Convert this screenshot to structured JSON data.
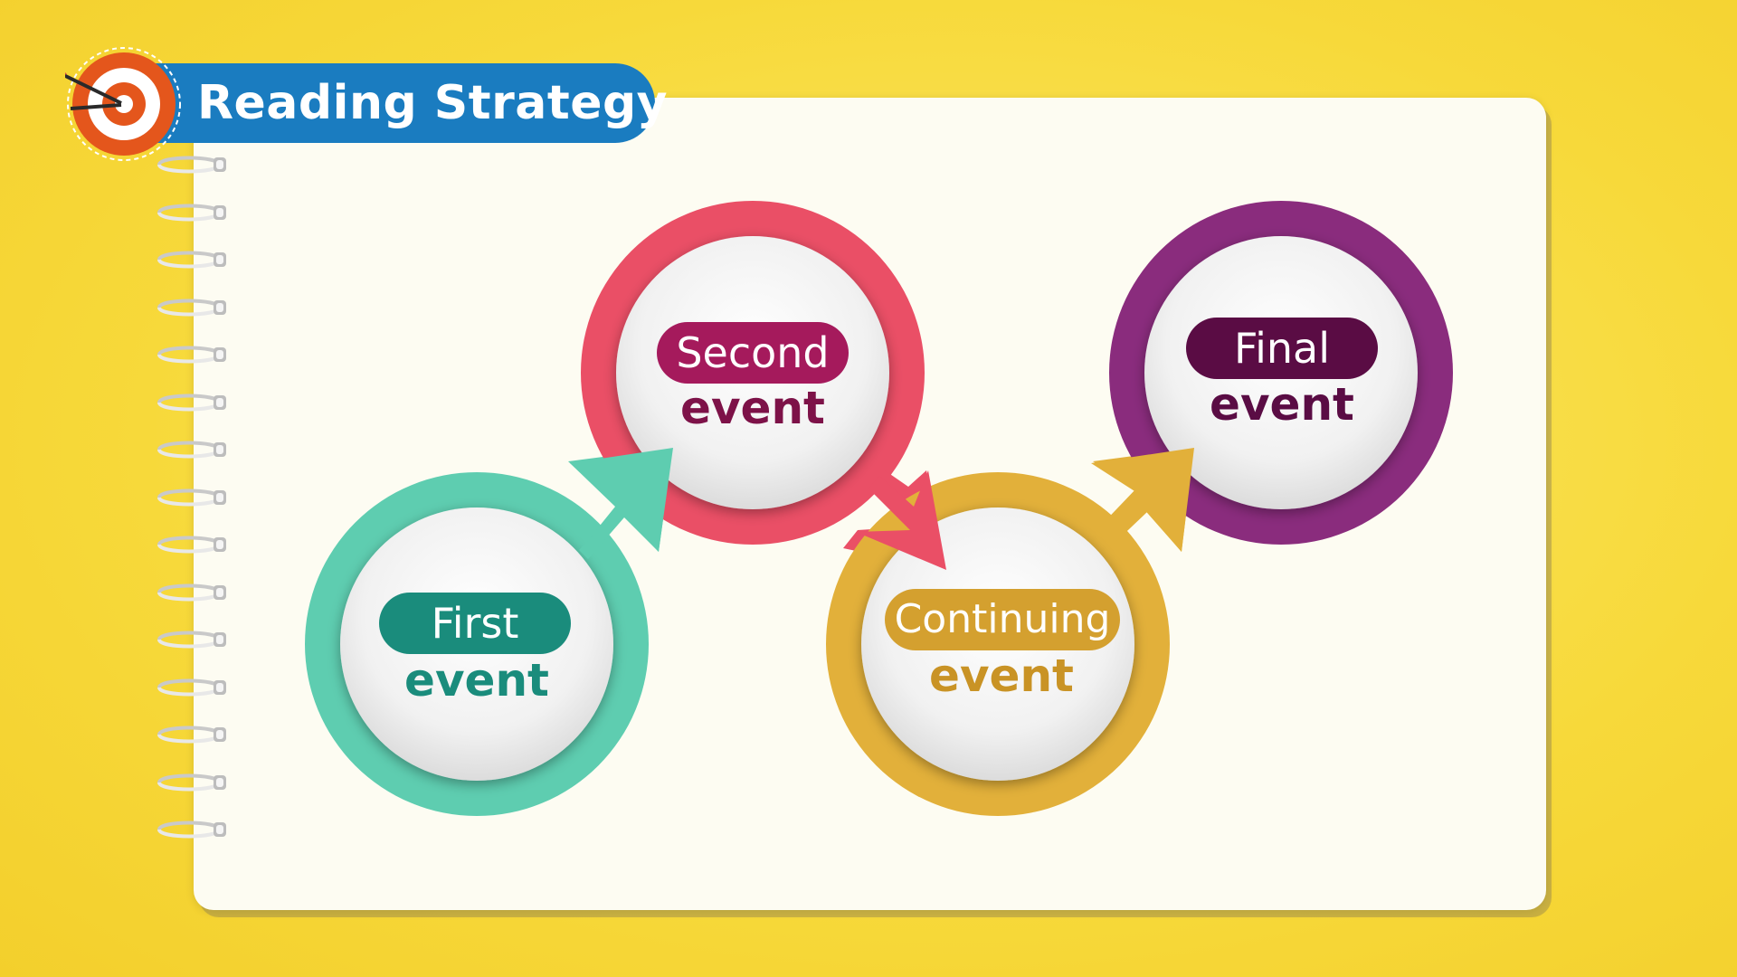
{
  "header": {
    "title": "Reading Strategy",
    "icon": "target-icon"
  },
  "steps": [
    {
      "label": "First",
      "sub": "event",
      "color": "#5ecdb0",
      "pill": "#1a8c7c",
      "subcolor": "#1a8c7c"
    },
    {
      "label": "Second",
      "sub": "event",
      "color": "#ea4f66",
      "pill": "#a51a5c",
      "subcolor": "#7d1248"
    },
    {
      "label": "Continuing",
      "sub": "event",
      "color": "#e2b03a",
      "pill": "#d4a02f",
      "subcolor": "#c99325"
    },
    {
      "label": "Final",
      "sub": "event",
      "color": "#8a2c7d",
      "pill": "#5a0c44",
      "subcolor": "#5a0c44"
    }
  ],
  "colors": {
    "background": "#f7d93a",
    "paper": "#fdfcf2",
    "badge": "#1a7cc0",
    "target_orange": "#e4561c"
  }
}
